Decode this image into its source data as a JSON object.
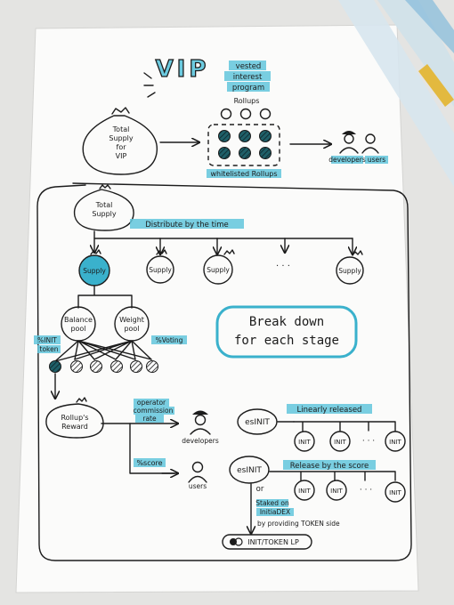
{
  "title": "VIP",
  "title_note": [
    "vested",
    "interest",
    "program"
  ],
  "top": {
    "bag_label": [
      "Total",
      "Supply",
      "for",
      "VIP"
    ],
    "rollups_label": "Rollups",
    "whitelisted_label": "whitelisted Rollups",
    "developers_label": "developers",
    "users_label": "users"
  },
  "stage": {
    "total_supply_label": [
      "Total",
      "Supply"
    ],
    "distribute_label": "Distribute by the time",
    "supply_label": "Supply",
    "ellipsis": "· · ·",
    "break_down_label": [
      "Break down",
      "for each stage"
    ],
    "balance_pool_label": [
      "Balance",
      "pool"
    ],
    "weight_pool_label": [
      "Weight",
      "pool"
    ],
    "init_token_label": [
      "%INIT",
      "token"
    ],
    "voting_label": "%Voting",
    "rollups_reward_label": [
      "Rollup's",
      "Reward"
    ],
    "operator_label": [
      "operator",
      "commission",
      "rate"
    ],
    "score_label": "%score",
    "developers_label": "developers",
    "users_label": "users",
    "esinit_label": "esINIT",
    "linear_label": "Linearly released",
    "release_score_label": "Release by the score",
    "init_label": "INIT",
    "or_label": "or",
    "staked_label": [
      "Staked on",
      "InitiaDEX",
      "by providing TOKEN side"
    ],
    "lp_label": "INIT/TOKEN LP"
  },
  "colors": {
    "accent": "#62c6dc",
    "ink": "#1c1c1c",
    "paper": "#fbfbfa"
  }
}
